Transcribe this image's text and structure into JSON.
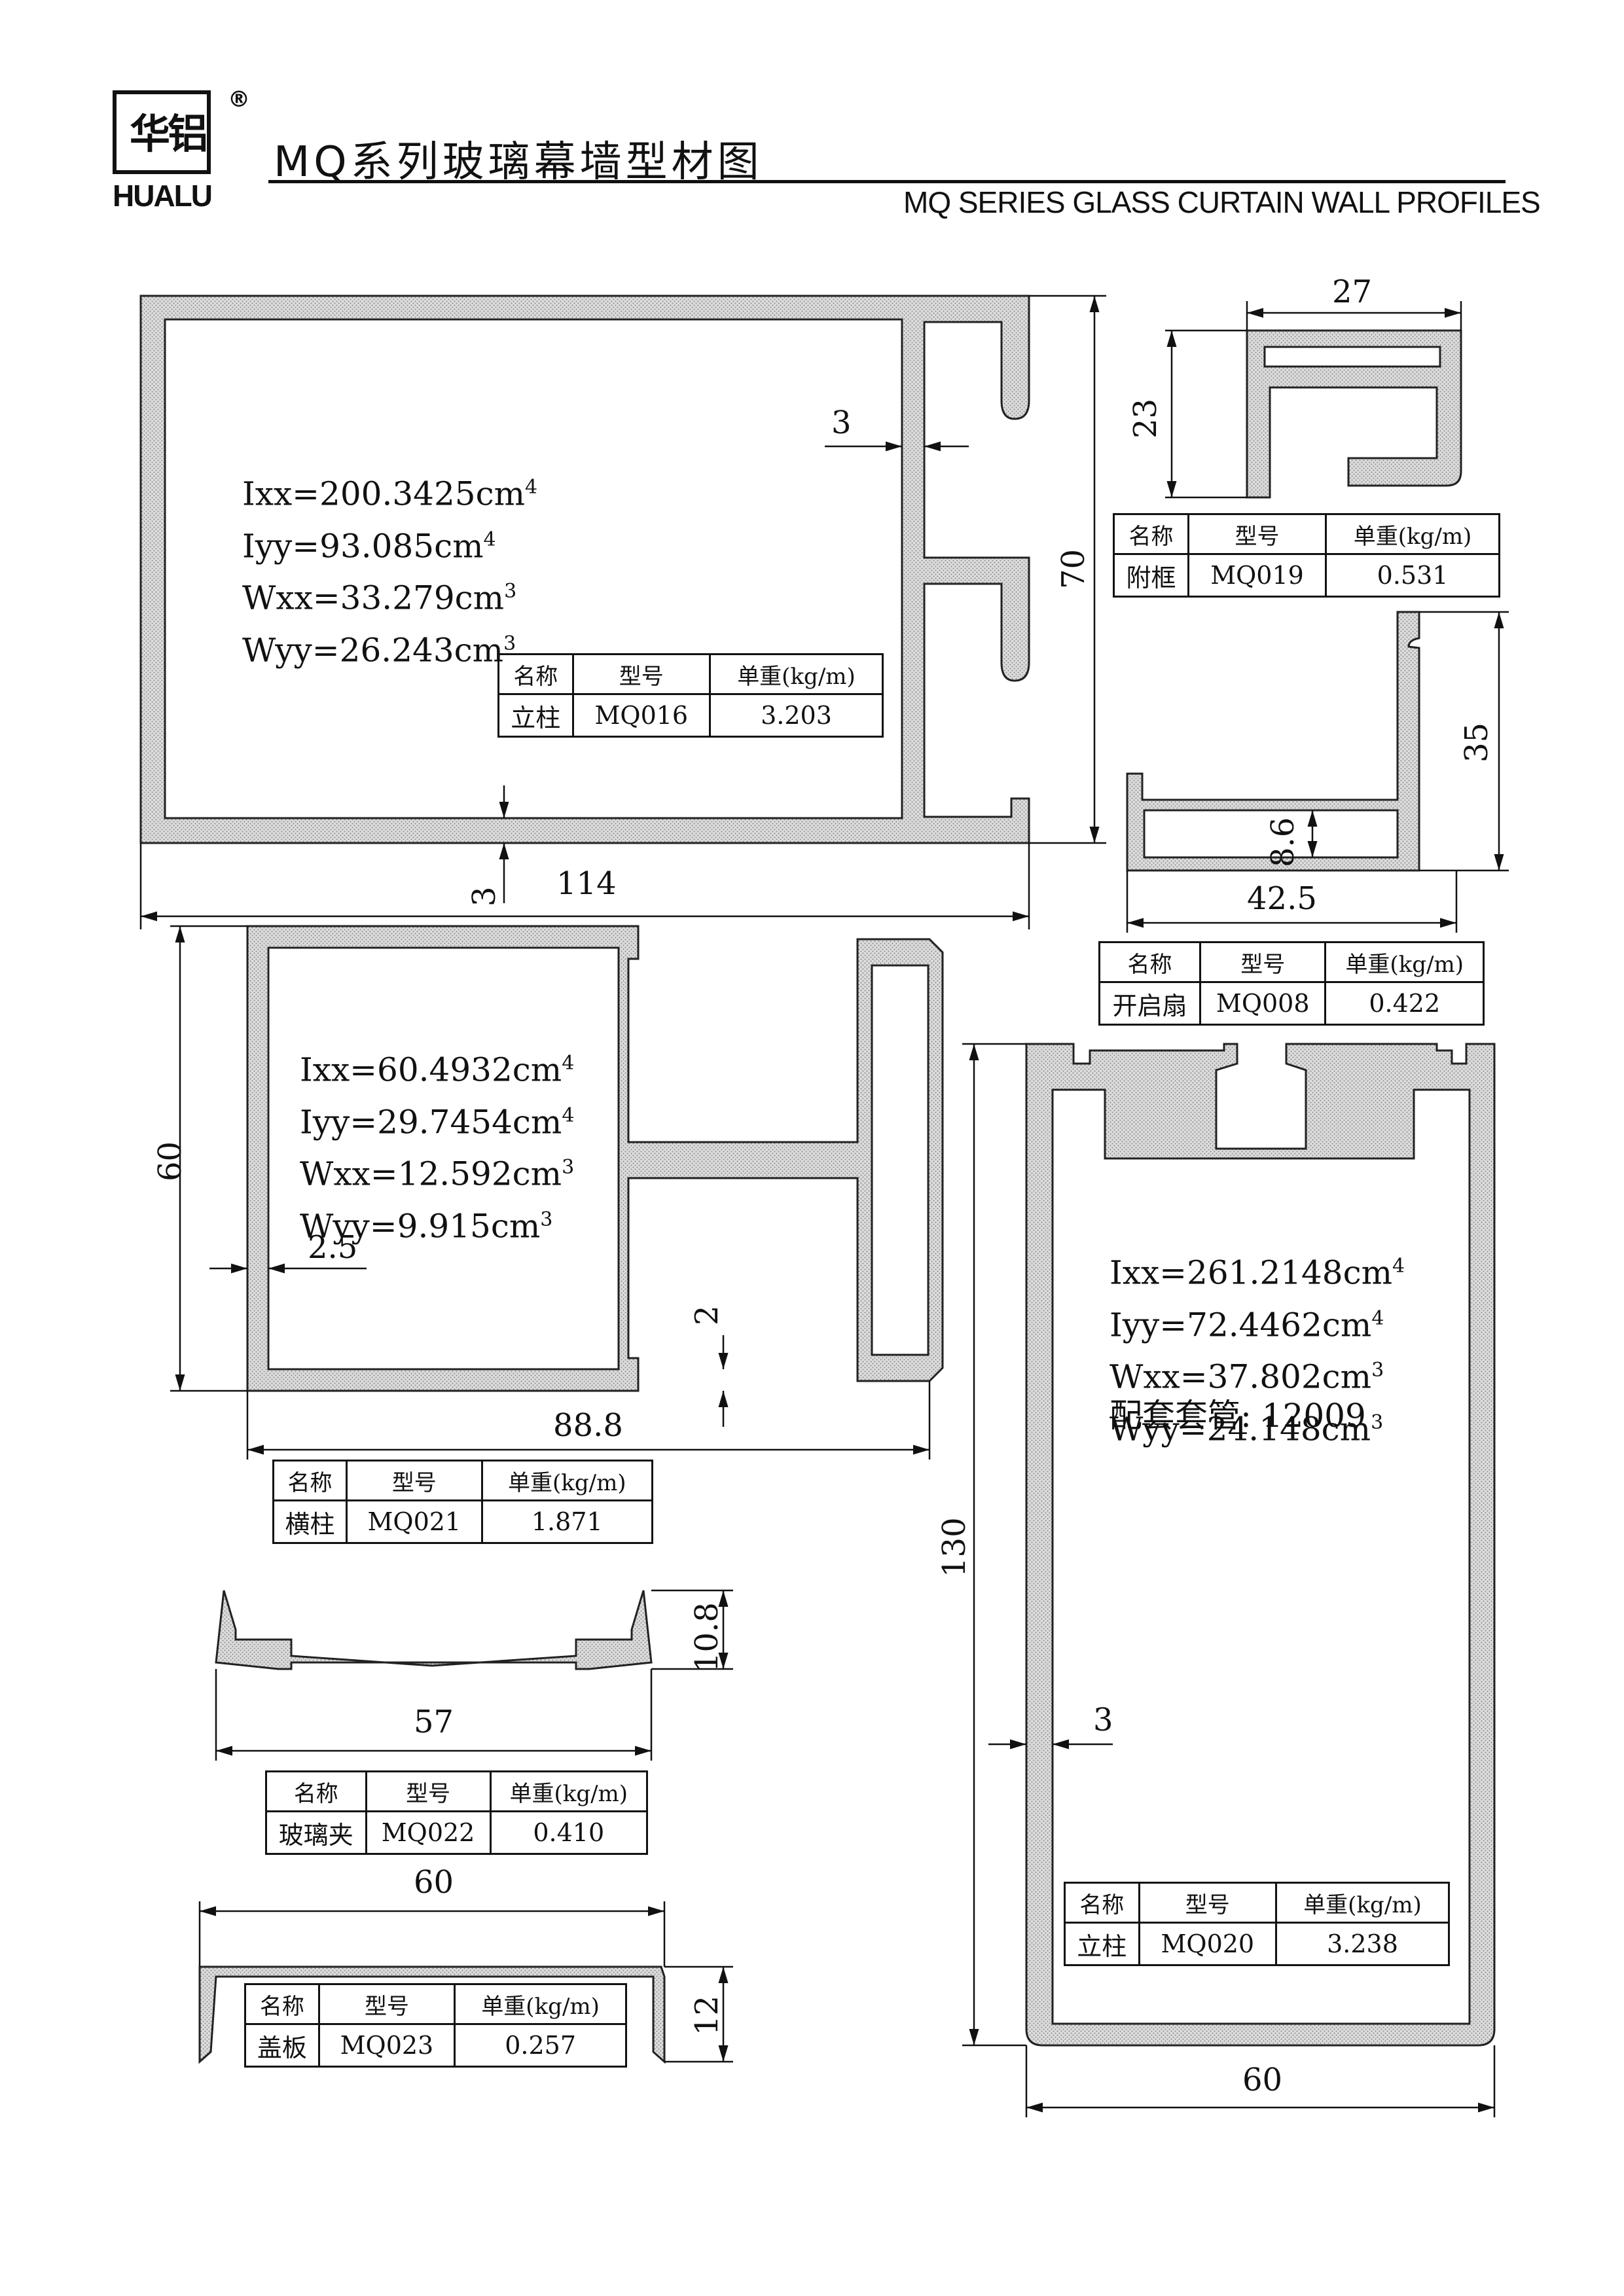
{
  "header": {
    "logo_cn": "华铝",
    "logo_en": "HUALU",
    "logo_reg": "®",
    "title_cn": "MQ系列玻璃幕墙型材图",
    "title_en": "MQ SERIES  GLASS CURTAIN WALL PROFILES"
  },
  "table_headers": {
    "name": "名称",
    "model": "型号",
    "weight": "单重(kg/m)"
  },
  "profiles": {
    "mq016": {
      "name": "立柱",
      "model": "MQ016",
      "weight": "3.203",
      "ixx": "Ixx=200.3425cm",
      "iyy": "Iyy=93.085cm",
      "wxx": "Wxx=33.279cm",
      "wyy": "Wyy=26.243cm",
      "dims": {
        "width": "114",
        "height": "70",
        "wall": "3",
        "wall_bottom": "3"
      }
    },
    "mq019": {
      "name": "附框",
      "model": "MQ019",
      "weight": "0.531",
      "dims": {
        "width": "27",
        "height": "23"
      }
    },
    "mq008": {
      "name": "开启扇",
      "model": "MQ008",
      "weight": "0.422",
      "dims": {
        "width": "42.5",
        "height": "35",
        "inner": "8.6"
      }
    },
    "mq021": {
      "name": "横柱",
      "model": "MQ021",
      "weight": "1.871",
      "ixx": "Ixx=60.4932cm",
      "iyy": "Iyy=29.7454cm",
      "wxx": "Wxx=12.592cm",
      "wyy": "Wyy=9.915cm",
      "dims": {
        "width": "88.8",
        "height": "60",
        "wall": "2.5",
        "wall2": "2"
      }
    },
    "mq022": {
      "name": "玻璃夹",
      "model": "MQ022",
      "weight": "0.410",
      "dims": {
        "width": "57",
        "height": "10.8"
      }
    },
    "mq023": {
      "name": "盖板",
      "model": "MQ023",
      "weight": "0.257",
      "dims": {
        "width": "60",
        "height": "12"
      }
    },
    "mq020": {
      "name": "立柱",
      "model": "MQ020",
      "weight": "3.238",
      "ixx": "Ixx=261.2148cm",
      "iyy": "Iyy=72.4462cm",
      "wxx": "Wxx=37.802cm",
      "wyy": "Wyy=24.148cm",
      "sleeve": "配套套管: 12009",
      "dims": {
        "width": "60",
        "height": "130",
        "wall": "3"
      }
    },
    "exp4": "4",
    "exp3": "3"
  }
}
